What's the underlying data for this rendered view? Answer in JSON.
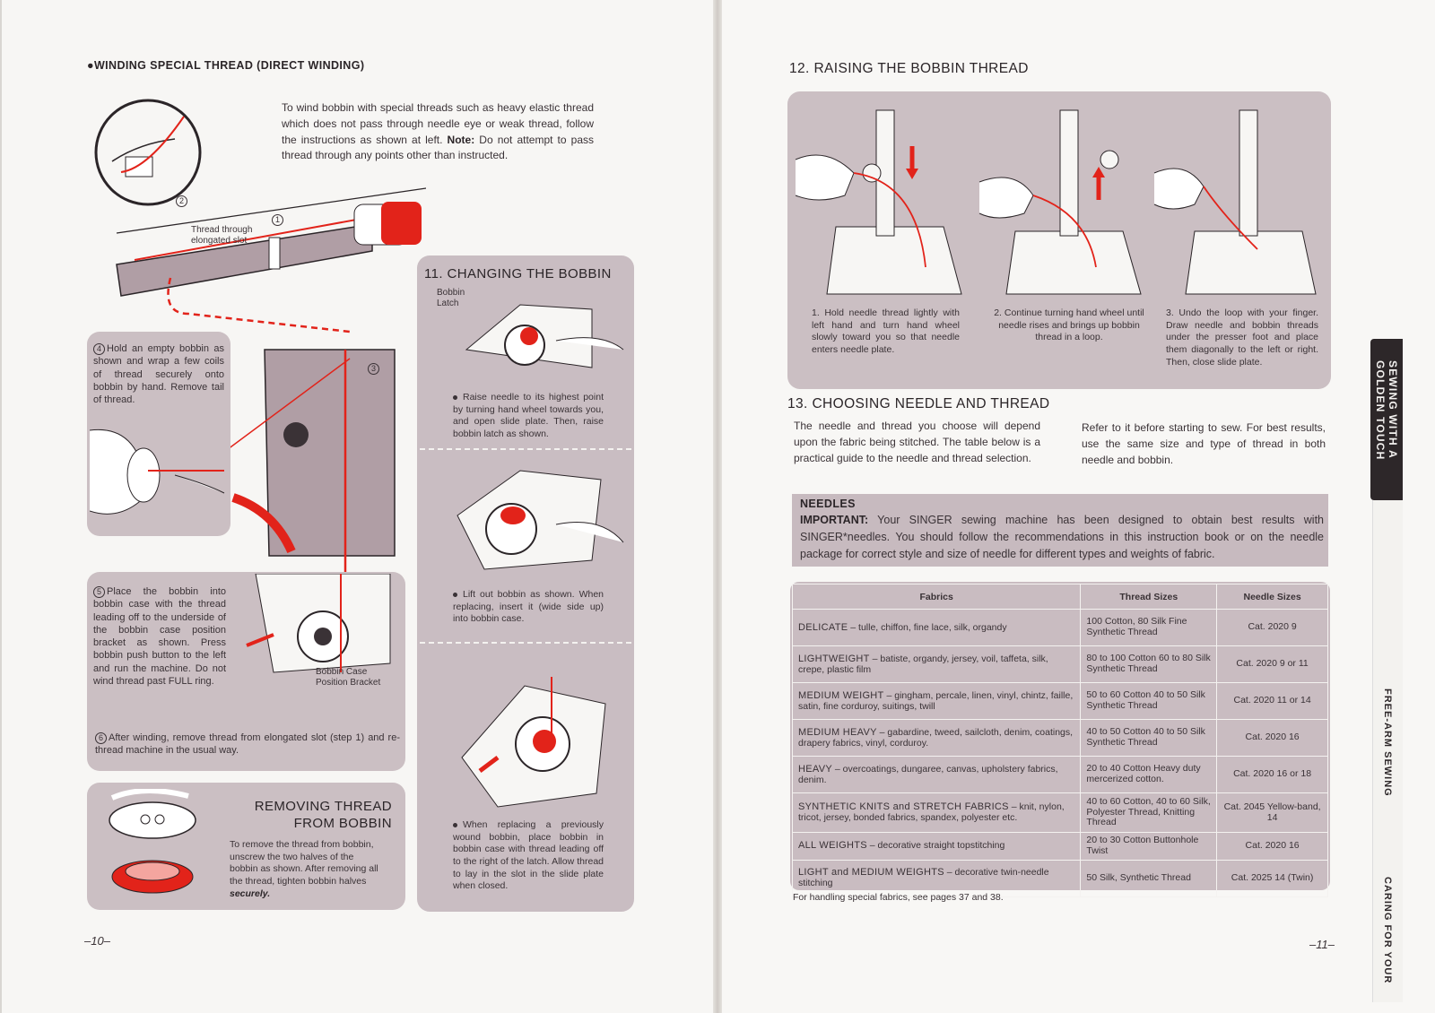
{
  "left": {
    "heading": "●WINDING SPECIAL THREAD (DIRECT WINDING)",
    "intro": "To wind bobbin with special threads such as heavy elastic thread which does not pass through needle eye or weak thread, follow the instructions as shown at left.",
    "note_label": "Note:",
    "note_text": "Do not attempt to pass thread through any points other than instructed.",
    "label_thread_slot": "Thread through elongated slot",
    "step1": "1",
    "step2": "2",
    "step3": "3",
    "step4_num": "4",
    "step4": "Hold an empty bobbin as shown and wrap a few coils of thread securely onto bobbin by hand. Remove tail of thread.",
    "step5_num": "5",
    "step5": "Place the bobbin into bobbin case with the thread leading off to the underside of the bobbin case position bracket as shown. Press bobbin push button to the left and run the machine. Do not wind thread past FULL ring.",
    "label_bracket": "Bobbin Case Position Bracket",
    "step6_num": "6",
    "step6": "After winding, remove thread from elongated slot (step 1) and re-thread machine in the usual way.",
    "removing_title_1": "REMOVING THREAD",
    "removing_title_2": "FROM BOBBIN",
    "removing_text": "To remove the thread from bobbin, unscrew the two halves of the bobbin as shown. After removing all the thread, tighten bobbin halves",
    "removing_text_em": "securely.",
    "sec11_title": "11. CHANGING THE BOBBIN",
    "label_latch": "Bobbin Latch",
    "sec11_p1": "Raise needle to its highest point by turning hand wheel towards you, and open slide plate. Then, raise bobbin latch as shown.",
    "sec11_p2": "Lift out bobbin as shown. When replacing, insert it (wide side up) into bobbin case.",
    "sec11_p3": "When replacing a previously wound bobbin, place bobbin in bobbin case with thread leading off to the right of the latch. Allow thread to lay in the slot in the slide plate when closed.",
    "page_number": "–10–"
  },
  "right": {
    "sec12_title": "12. RAISING THE BOBBIN THREAD",
    "sec12_s1": "1. Hold needle thread lightly with left hand and turn hand wheel slowly toward you so that needle enters needle plate.",
    "sec12_s2": "2. Continue turning hand wheel until needle rises and brings up bobbin thread in a loop.",
    "sec12_s3": "3. Undo the loop with your finger. Draw needle and bobbin threads under the presser foot and place them diagonally to the left or right. Then, close slide plate.",
    "sec13_title": "13. CHOOSING NEEDLE AND THREAD",
    "sec13_col1": "The needle and thread you choose will depend upon the fabric being stitched. The table below is a practical guide to the needle and thread selection.",
    "sec13_col2": "Refer to it before starting to sew. For best results, use the same size and type of thread in both needle and bobbin.",
    "needles_title": "NEEDLES",
    "important_label": "IMPORTANT:",
    "important_text": "Your SINGER sewing machine has been designed to obtain best results with SINGER*needles. You should follow the recommendations in this instruction book or on the needle package for correct style and size of needle for different types and weights of fabric.",
    "table": {
      "headers": [
        "Fabrics",
        "Thread Sizes",
        "Needle Sizes"
      ],
      "rows": [
        {
          "cat": "DELICATE",
          "desc": " – tulle, chiffon, fine lace, silk, organdy",
          "thread": "100 Cotton, 80 Silk Fine Synthetic Thread",
          "needle": "Cat. 2020 9"
        },
        {
          "cat": "LIGHTWEIGHT",
          "desc": " – batiste, organdy, jersey, voil, taffeta, silk, crepe, plastic film",
          "thread": "80 to 100 Cotton 60 to 80 Silk Synthetic Thread",
          "needle": "Cat. 2020 9 or 11"
        },
        {
          "cat": "MEDIUM WEIGHT",
          "desc": " – gingham, percale, linen, vinyl, chintz, faille, satin, fine corduroy, suitings, twill",
          "thread": "50 to 60 Cotton 40 to 50 Silk Synthetic Thread",
          "needle": "Cat. 2020 11 or 14"
        },
        {
          "cat": "MEDIUM HEAVY",
          "desc": " – gabardine, tweed, sailcloth, denim, coatings, drapery fabrics, vinyl, corduroy.",
          "thread": "40 to 50 Cotton 40 to 50 Silk Synthetic Thread",
          "needle": "Cat. 2020 16"
        },
        {
          "cat": "HEAVY",
          "desc": " – overcoatings, dungaree, canvas, upholstery fabrics, denim.",
          "thread": "20 to 40 Cotton Heavy duty mercerized cotton.",
          "needle": "Cat. 2020 16 or 18"
        },
        {
          "cat": "SYNTHETIC KNITS and STRETCH FABRICS",
          "desc": " – knit, nylon, tricot, jersey, bonded fabrics, spandex, polyester etc.",
          "thread": "40 to 60 Cotton, 40 to 60 Silk, Polyester Thread, Knitting Thread",
          "needle": "Cat. 2045 Yellow-band, 14"
        },
        {
          "cat": "ALL WEIGHTS",
          "desc": " – decorative straight topstitching",
          "thread": "20 to 30 Cotton Buttonhole Twist",
          "needle": "Cat. 2020 16"
        },
        {
          "cat": "LIGHT and MEDIUM WEIGHTS",
          "desc": " – decorative twin-needle stitching",
          "thread": "50 Silk, Synthetic Thread",
          "needle": "Cat. 2025 14 (Twin)"
        }
      ]
    },
    "footnote": "For handling special fabrics, see pages 37 and 38.",
    "page_number": "–11–",
    "side_tab": "SEWING WITH A GOLDEN TOUCH",
    "side_strip_1": "FREE-ARM SEWING",
    "side_strip_2": "CARING FOR YOUR"
  },
  "colors": {
    "panel": "#cbbfc3",
    "accent_red": "#e2231a",
    "ink": "#2b2528"
  }
}
